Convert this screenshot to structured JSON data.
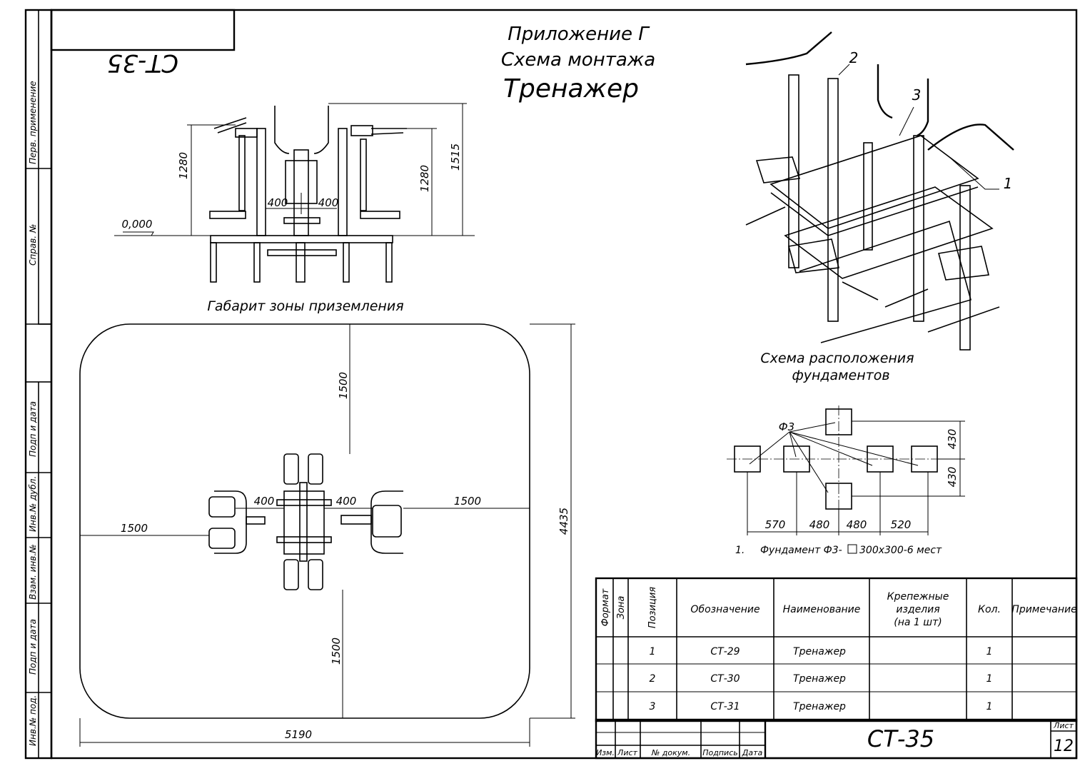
{
  "sheet": {
    "code_mirrored": "СТ-35",
    "title_line1": "Приложение Г",
    "title_line2": "Схема монтажа",
    "title_line3": "Тренажер",
    "side_labels": [
      "Перв. применение",
      "Справ. №",
      "Подп и дата",
      "Инв.№ дубл.",
      "Взам. инв.№",
      "Подп и дата",
      "Инв.№ под."
    ]
  },
  "elevation": {
    "dim_1280_left": "1280",
    "dim_1280_right": "1280",
    "dim_1515": "1515",
    "dim_400_left": "400",
    "dim_400_right": "400",
    "level": "0,000"
  },
  "landing": {
    "title": "Габарит зоны приземления",
    "dim_top": "1500",
    "dim_bottom": "1500",
    "dim_left": "1500",
    "dim_right": "1500",
    "dim_400_left": "400",
    "dim_400_right": "400",
    "dim_width": "5190",
    "dim_height": "4435"
  },
  "iso": {
    "pos1": "1",
    "pos2": "2",
    "pos3": "3"
  },
  "foundation": {
    "title_line1": "Схема расположения",
    "title_line2": "фундаментов",
    "label": "Ф3",
    "dims_x": [
      "570",
      "480",
      "480",
      "520"
    ],
    "dims_y": [
      "430",
      "430"
    ],
    "note_num": "1.",
    "note_text_a": "Фундамент Ф3-",
    "note_text_b": "300х300-6 мест"
  },
  "table": {
    "headers": {
      "format": "Формат",
      "zone": "Зона",
      "position": "Позиция",
      "designation": "Обозначение",
      "name": "Наименование",
      "fasteners_1": "Крепежные",
      "fasteners_2": "изделия",
      "fasteners_3": "(на 1 шт)",
      "qty": "Кол.",
      "note": "Примечание"
    },
    "rows": [
      {
        "pos": "1",
        "designation": "СТ-29",
        "name": "Тренажер",
        "qty": "1"
      },
      {
        "pos": "2",
        "designation": "СТ-30",
        "name": "Тренажер",
        "qty": "1"
      },
      {
        "pos": "3",
        "designation": "СТ-31",
        "name": "Тренажер",
        "qty": "1"
      }
    ]
  },
  "stamp": {
    "code": "СТ-35",
    "sheet_label": "Лист",
    "sheet_number": "12",
    "cols": [
      "Изм.",
      "Лист",
      "№ докум.",
      "Подпись",
      "Дата"
    ]
  }
}
